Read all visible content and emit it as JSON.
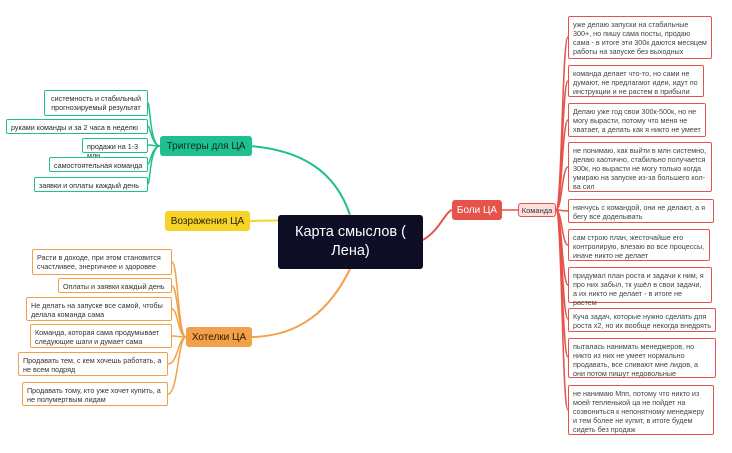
{
  "central": {
    "label": "Карта смыслов ( Лена)"
  },
  "triggers": {
    "label": "Триггеры для ЦА",
    "items": [
      "системность и стабильный прогнозируемый результат",
      "руками команды и за 2 часа в неделю",
      "продажи на 1-3 млн",
      "самостоятельная команда",
      "заявки и оплаты каждый день"
    ]
  },
  "objections": {
    "label": "Возражения ЦА"
  },
  "wants": {
    "label": "Хотелки ЦА",
    "items": [
      "Расти в доходе, при этом становится счастливее, энергичнее и здоровее",
      "Оплаты и заявки каждый день",
      "Не делать на запуске все самой, чтобы делала команда сама",
      "Команда, которая сама продумывает следующие шаги и думает сама",
      "Продавать тем, с кем хочешь работать, а не всем подряд",
      "Продавать тому, кто уже хочет купить, а не полумертвым лидам"
    ]
  },
  "pains": {
    "label": "Боли ЦА",
    "sub_label": "Команда",
    "items": [
      "уже делаю запуски на стабильные 300+, но пишу сама посты, продаю сама - в итоге эти 300к даются месяцем работы на запуске без выходных",
      "команда делает что-то, но сами не думают, не предлагают идеи, идут по инструкции и не растем в прибыли",
      "Делаю уже год свои 300к-500к, но не могу вырасти, потому что меня не хватает, а делать как я никто не умеет",
      "не понимаю, как выйти в млн системно, делаю хаотично, стабильно получается 300к, но вырасти не могу только когда умираю на запуске из-за большего кол-ва сил",
      "нянчусь с командой, они не делают, а я бегу все доделывать",
      "сам строю план, жесточайше его контролирую, влезаю во все процессы, иначе никто не делает",
      "придумал план роста и задачи к ним, я про них забыл, тк ушёл в свои задачи, а их никто не делает - в итоге не растем",
      "Куча задач, которые нужно сделать для роста х2, но их вообще некогда внедрять",
      "пыталась нанимать менеджеров, но никто из них не умеет нормально продавать, все сливают мне лидов, а они потом пишут недовольные",
      "не нанимаю Мпп, потому что никто из моей тепленькой ца не пойдет на созвониться к непонятному менеджеру и тем более не купит, в итоге будем сидеть без продаж"
    ]
  },
  "colors": {
    "central_bg": "#0d0d26",
    "triggers": "#1fbf90",
    "objections": "#f5d328",
    "wants": "#f2a14a",
    "pains": "#e5534b"
  }
}
